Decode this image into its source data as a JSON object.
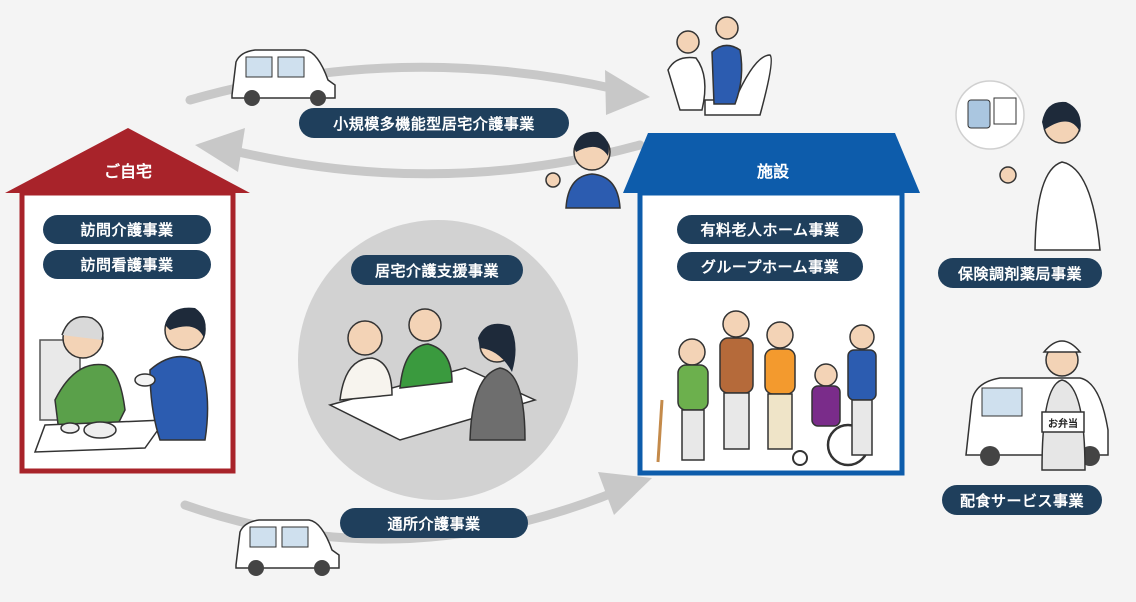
{
  "home": {
    "title": "ご自宅",
    "services": [
      "訪問介護事業",
      "訪問看護事業"
    ],
    "color": "#a8232a"
  },
  "facility": {
    "title": "施設",
    "services": [
      "有料老人ホーム事業",
      "グループホーム事業"
    ],
    "color": "#0d5cab"
  },
  "center": {
    "label": "居宅介護支援事業"
  },
  "flows": {
    "top": "小規模多機能型居宅介護事業",
    "bottom": "通所介護事業"
  },
  "side": {
    "pharmacy": "保険調剤薬局事業",
    "meal": "配食サービス事業",
    "meal_box_text": "お弁当"
  },
  "colors": {
    "pill": "#1f3f5c",
    "arrow": "#c8c8c8",
    "background": "#f4f4f4"
  }
}
